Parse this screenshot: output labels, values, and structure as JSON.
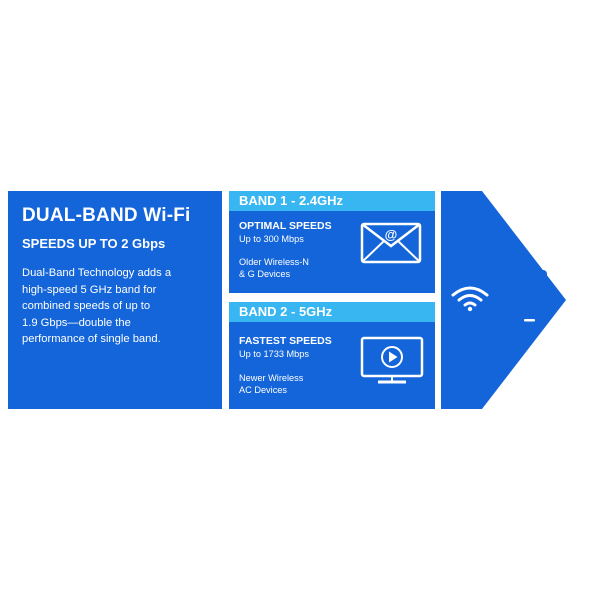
{
  "intro": {
    "title": "DUAL-BAND Wi-Fi",
    "subtitle": "SPEEDS UP TO 2 Gbps",
    "description_lines": [
      "Dual-Band Technology adds a",
      "high-speed 5 GHz band for",
      "combined speeds of up to",
      "1.9 Gbps—double the",
      "performance of single band."
    ]
  },
  "bands": [
    {
      "header": "BAND 1 - 2.4GHz",
      "speed_title": "OPTIMAL SPEEDS",
      "speed": "Up to 300 Mbps",
      "devices_line1": "Older Wireless-N",
      "devices_line2": "& G Devices",
      "icon": "email-envelope-icon"
    },
    {
      "header": "BAND 2 - 5GHz",
      "speed_title": "FASTEST SPEEDS",
      "speed": "Up to 1733 Mbps",
      "devices_line1": "Newer Wireless",
      "devices_line2": "AC Devices",
      "icon": "video-monitor-icon"
    }
  ],
  "colors": {
    "primary_blue": "#1365d9",
    "header_blue": "#38b6f2",
    "text": "#ffffff",
    "background": "#ffffff"
  },
  "icons": [
    "wifi-icon",
    "mobile-device-icon",
    "arrow-chevron"
  ]
}
